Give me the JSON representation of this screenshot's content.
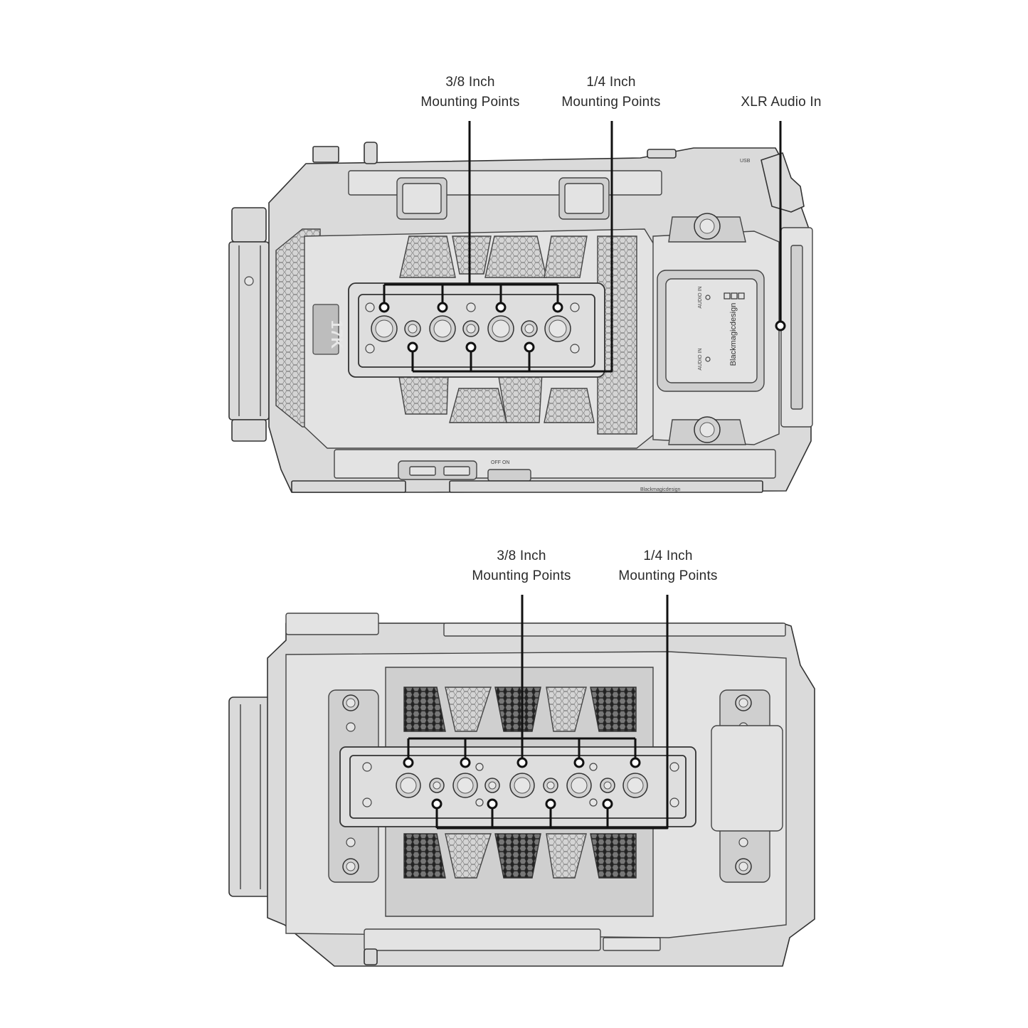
{
  "top_view": {
    "callouts": [
      {
        "line1": "3/8 Inch",
        "line2": "Mounting Points"
      },
      {
        "line1": "1/4 Inch",
        "line2": "Mounting Points"
      },
      {
        "line1": "XLR Audio In",
        "line2": ""
      }
    ],
    "model_badge": "17K",
    "brand": "Blackmagicdesign",
    "audio_in_label_1": "AUDIO IN",
    "audio_in_label_2": "AUDIO IN",
    "power_label": "OFF  ON",
    "usb_label": "USB",
    "footer_brand": "Blackmagicdesign"
  },
  "bottom_view": {
    "callouts": [
      {
        "line1": "3/8 Inch",
        "line2": "Mounting Points"
      },
      {
        "line1": "1/4 Inch",
        "line2": "Mounting Points"
      }
    ]
  }
}
